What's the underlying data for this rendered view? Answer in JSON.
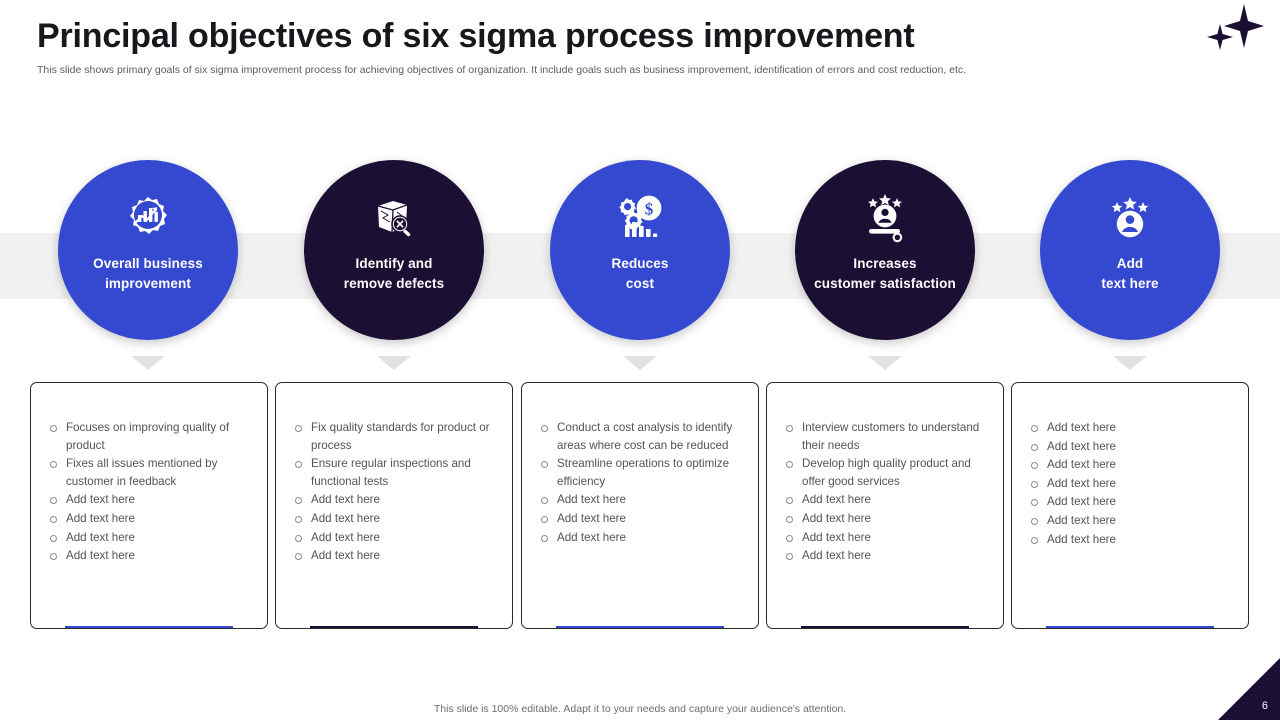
{
  "header": {
    "title": "Principal objectives of six sigma process improvement",
    "subtitle": "This slide shows primary goals of six sigma improvement process for achieving objectives of organization. It include goals such as business improvement, identification of errors and cost reduction, etc."
  },
  "theme": {
    "blue": "#3449cf",
    "navy": "#1b0f33",
    "band_grey": "#f1f1f1",
    "arrow_grey": "#e2e2e2",
    "body_text": "#53535a"
  },
  "steps": [
    {
      "label": "Overall business\nimprovement",
      "color": "blue",
      "icon": "gear-bar-chart-icon",
      "bullets": [
        "Focuses on improving quality of product",
        "Fixes all issues mentioned by customer in feedback",
        "Add text here",
        "Add text here",
        "Add text here",
        "Add text here"
      ]
    },
    {
      "label": "Identify and\nremove defects",
      "color": "navy",
      "icon": "damaged-box-magnifier-icon",
      "bullets": [
        "Fix quality standards for product or process",
        "Ensure regular inspections and functional tests",
        "Add text here",
        "Add text here",
        "Add text here",
        "Add text here"
      ]
    },
    {
      "label": "Reduces\ncost",
      "color": "blue",
      "icon": "gears-dollar-chart-icon",
      "bullets": [
        "Conduct a cost analysis to identify areas where cost can be reduced",
        "Streamline operations to optimize efficiency",
        "Add text here",
        "Add text here",
        "Add text here"
      ]
    },
    {
      "label": "Increases\ncustomer satisfaction",
      "color": "navy",
      "icon": "person-stars-slider-icon",
      "bullets": [
        "Interview customers to understand their needs",
        "Develop high quality product and offer good services",
        "Add text here",
        "Add text here",
        "Add text here",
        "Add text here"
      ]
    },
    {
      "label": "Add\ntext here",
      "color": "blue",
      "icon": "person-stars-icon",
      "bullets": [
        "Add text here",
        "Add text here",
        "Add text here",
        "Add text here",
        "Add text here",
        "Add text here",
        "Add text here"
      ]
    }
  ],
  "footer": {
    "note": "This slide is 100% editable. Adapt it to your needs and capture your audience's attention.",
    "page_number": "6"
  }
}
